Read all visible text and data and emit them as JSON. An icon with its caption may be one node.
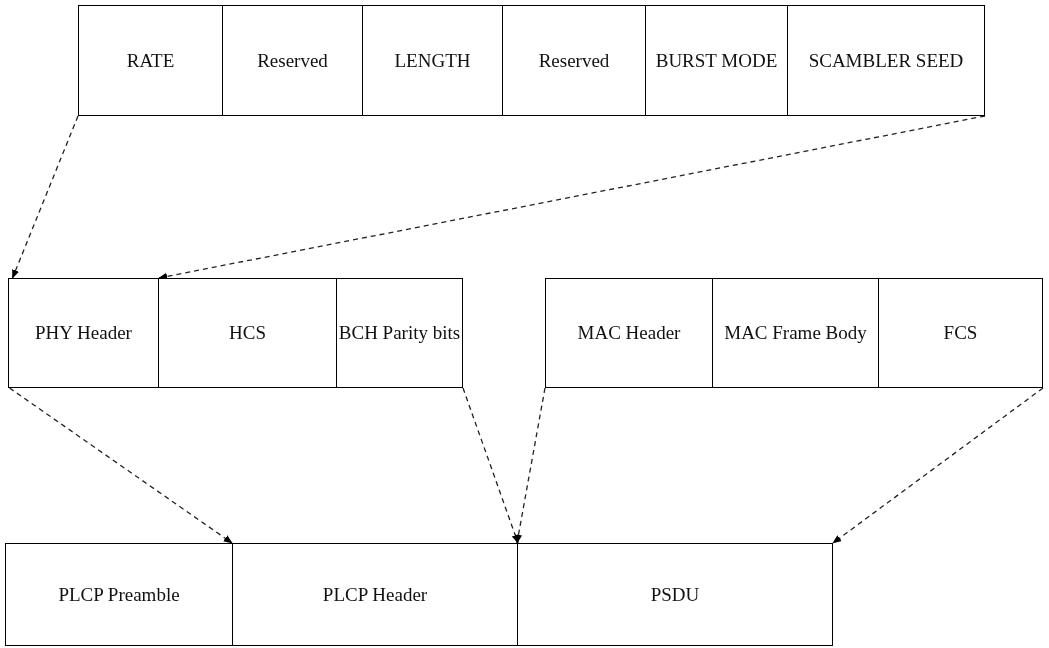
{
  "diagram": {
    "nodes": [
      {
        "text": [
          "RATE"
        ]
      },
      {
        "text": [
          "Reserved"
        ]
      },
      {
        "text": [
          "LENGTH"
        ]
      },
      {
        "text": [
          "Reserved"
        ]
      },
      {
        "text": [
          "BURST MODE"
        ]
      },
      {
        "text": [
          "SCAMBLER SEED"
        ]
      },
      {
        "text": [
          "PHY Header"
        ]
      },
      {
        "text": [
          "HCS"
        ]
      },
      {
        "text": [
          "BCH Parity bits"
        ]
      },
      {
        "text": [
          "MAC Header"
        ]
      },
      {
        "text": [
          "MAC Frame Body"
        ]
      },
      {
        "text": [
          "FCS"
        ]
      },
      {
        "text": [
          "PLCP Preamble"
        ]
      },
      {
        "text": [
          "PLCP Header"
        ]
      },
      {
        "text": [
          "PSDU"
        ]
      }
    ],
    "edges": [
      {
        "from": 0,
        "to": 6,
        "arrow": "to",
        "style": "dashed"
      },
      {
        "from": 5,
        "to": 6,
        "arrow": "to",
        "style": "dashed"
      },
      {
        "from": 6,
        "to": 13,
        "arrow": "to",
        "style": "dashed"
      },
      {
        "from": 8,
        "to": 13,
        "arrow": "to",
        "style": "dashed"
      },
      {
        "from": 9,
        "to": 14,
        "arrow": "to",
        "style": "dashed"
      },
      {
        "from": 11,
        "to": 14,
        "arrow": "to",
        "style": "dashed"
      }
    ]
  }
}
